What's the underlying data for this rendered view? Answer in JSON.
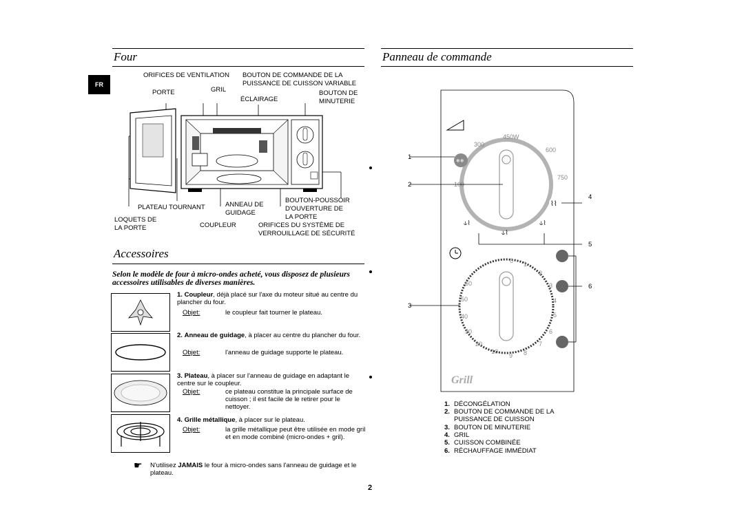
{
  "sections": {
    "four_title": "Four",
    "panel_title": "Panneau de commande",
    "accessories_title": "Accessoires"
  },
  "lang_tag": "FR",
  "oven_labels": {
    "vent": "ORIFICES DE VENTILATION",
    "power_knob_1": "BOUTON DE COMMANDE DE LA",
    "power_knob_2": "PUISSANCE DE CUISSON VARIABLE",
    "door": "PORTE",
    "grill": "GRIL",
    "light": "ÉCLAIRAGE",
    "timer_1": "BOUTON DE",
    "timer_2": "MINUTERIE",
    "turntable": "PLATEAU TOURNANT",
    "ring_1": "ANNEAU DE",
    "ring_2": "GUIDAGE",
    "push_1": "BOUTON-POUSSOIR",
    "push_2": "D'OUVERTURE DE",
    "push_3": "LA PORTE",
    "latch_1": "LOQUETS DE",
    "latch_2": "LA PORTE",
    "coupler": "COUPLEUR",
    "safety_1": "ORIFICES DU SYSTÈME DE",
    "safety_2": "VERROUILLAGE DE SÉCURITÉ"
  },
  "intro": "Selon le modèle de four à micro-ondes acheté, vous disposez de plusieurs accessoires utilisables de diverses manières.",
  "accessories": [
    {
      "num": "1.",
      "name": "Coupleur",
      "desc": ", déjà placé sur l'axe du moteur situé au centre du plancher du four.",
      "obj_label": "Objet:",
      "obj": "le coupleur fait tourner le plateau."
    },
    {
      "num": "2.",
      "name": "Anneau de guidage",
      "desc": ", à placer au centre du plancher du four.",
      "obj_label": "Objet:",
      "obj": "l'anneau de guidage supporte le plateau."
    },
    {
      "num": "3.",
      "name": "Plateau",
      "desc": ", à placer sur l'anneau de guidage en adaptant le centre sur le coupleur.",
      "obj_label": "Objet:",
      "obj": "ce plateau constitue la principale surface de cuisson ; il est facile de le retirer pour le nettoyer."
    },
    {
      "num": "4.",
      "name": "Grille métallique",
      "desc": ", à placer sur le plateau.",
      "obj_label": "Objet:",
      "obj": "la grille métallique peut être utilisée en mode gril et en mode combiné (micro-ondes + gril)."
    }
  ],
  "warning": {
    "pre": "N'utilisez ",
    "bold": "JAMAIS",
    "post": " le four à micro-ondes sans l'anneau de guidage et le plateau."
  },
  "page_number": "2",
  "panel": {
    "power_marks": [
      "450W",
      "300",
      "600",
      "750",
      "100"
    ],
    "timer_marks": [
      "0",
      "1",
      "2",
      "3",
      "4",
      "5",
      "6",
      "7",
      "8",
      "9",
      "10",
      "20",
      "30",
      "40",
      "50",
      "60"
    ],
    "brand": "Grill",
    "callouts": [
      "1",
      "2",
      "3",
      "4",
      "5",
      "6"
    ]
  },
  "legend": [
    {
      "num": "1.",
      "text": "DÉCONGÉLATION"
    },
    {
      "num": "2.",
      "text": "BOUTON DE COMMANDE DE LA"
    },
    {
      "num": "",
      "text": "PUISSANCE DE CUISSON"
    },
    {
      "num": "3.",
      "text": "BOUTON DE MINUTERIE"
    },
    {
      "num": "4.",
      "text": "GRIL"
    },
    {
      "num": "5.",
      "text": "CUISSON COMBINÉE"
    },
    {
      "num": "6.",
      "text": "RÉCHAUFFAGE IMMÉDIAT"
    }
  ]
}
